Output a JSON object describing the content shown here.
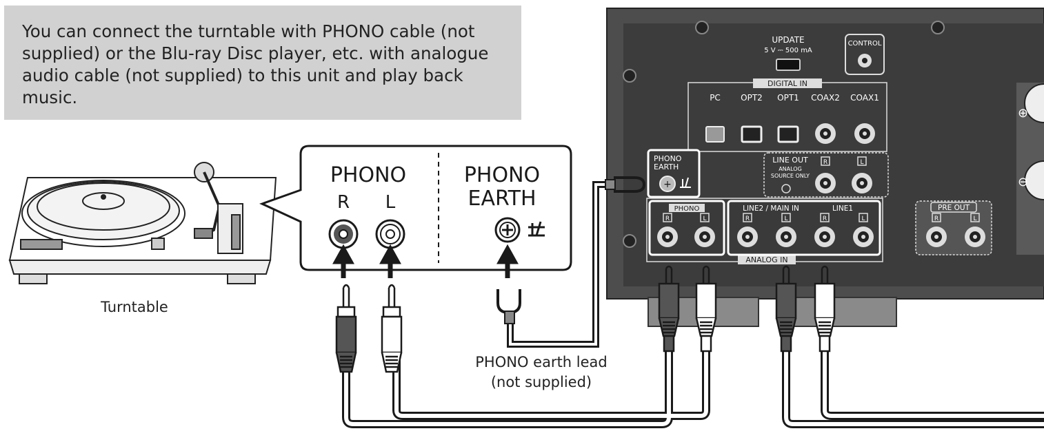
{
  "intro": {
    "text": "You can connect the turntable with PHONO cable (not supplied) or the Blu-ray Disc player, etc. with analogue audio cable (not supplied) to this unit and play back music."
  },
  "turntable": {
    "caption": "Turntable"
  },
  "callout": {
    "phono_title": "PHONO",
    "phono_r": "R",
    "phono_l": "L",
    "earth_title_1": "PHONO",
    "earth_title_2": "EARTH"
  },
  "earth_lead": {
    "caption_1": "PHONO earth lead",
    "caption_2": "(not supplied)"
  },
  "rear_panel": {
    "update_label": "UPDATE",
    "update_rating": "5 V ⎓ 500 mA",
    "control_label": "CONTROL",
    "digital_in_label": "DIGITAL IN",
    "digital_ports": [
      "PC",
      "OPT2",
      "OPT1",
      "COAX2",
      "COAX1"
    ],
    "phono_earth_label_1": "PHONO",
    "phono_earth_label_2": "EARTH",
    "line_out_label": "LINE OUT",
    "line_out_note_1": "ANALOG",
    "line_out_note_2": "SOURCE ONLY",
    "phono_label": "PHONO",
    "line2_label": "LINE2 / MAIN IN",
    "line1_label": "LINE1",
    "analog_in_label": "ANALOG IN",
    "pre_out_label": "PRE OUT",
    "ch_r": "R",
    "ch_l": "L",
    "plus_sign": "⊕",
    "minus_sign": "⊖"
  },
  "colors": {
    "panel": "#4a4a4a",
    "panel_dark": "#3a3a3a",
    "intro_bg": "#d1d1d1",
    "line": "#1a1a1a"
  }
}
